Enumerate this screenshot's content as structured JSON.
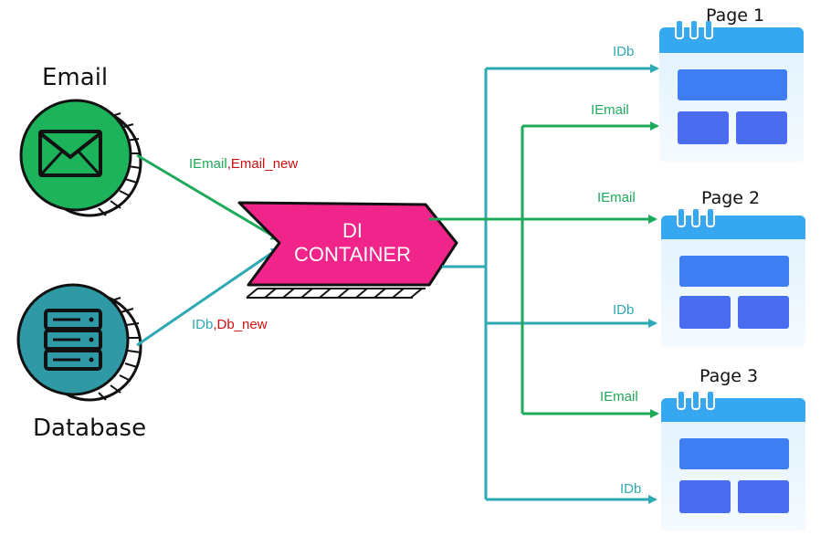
{
  "nodes": {
    "email": {
      "label": "Email"
    },
    "database": {
      "label": "Database"
    },
    "di_container": {
      "line1": "DI",
      "line2": "CONTAINER"
    }
  },
  "pages": [
    {
      "label": "Page 1"
    },
    {
      "label": "Page 2"
    },
    {
      "label": "Page 3"
    }
  ],
  "inputs": {
    "email_edge": {
      "interface": "IEmail",
      "separator": ",",
      "impl": "Email_new"
    },
    "db_edge": {
      "interface": "IDb",
      "separator": ",",
      "impl": "Db_new"
    }
  },
  "outputs": {
    "page1_idb": "IDb",
    "page1_iemail": "IEmail",
    "page2_iemail": "IEmail",
    "page2_idb": "IDb",
    "page3_iemail": "IEmail",
    "page3_idb": "IDb"
  },
  "colors": {
    "green": "#1faa5a",
    "teal": "#2eaab5",
    "impl_red": "#cc1111",
    "di_pink": "#f0248a",
    "email_green": "#1db35a",
    "db_teal": "#2f9aa6",
    "page_header": "#35a8f0",
    "page_block": "#3f7ef2",
    "page_bg": "#eaf6fd"
  },
  "icons": {
    "email": "envelope-icon",
    "database": "server-icon",
    "page": "browser-window-icon"
  }
}
